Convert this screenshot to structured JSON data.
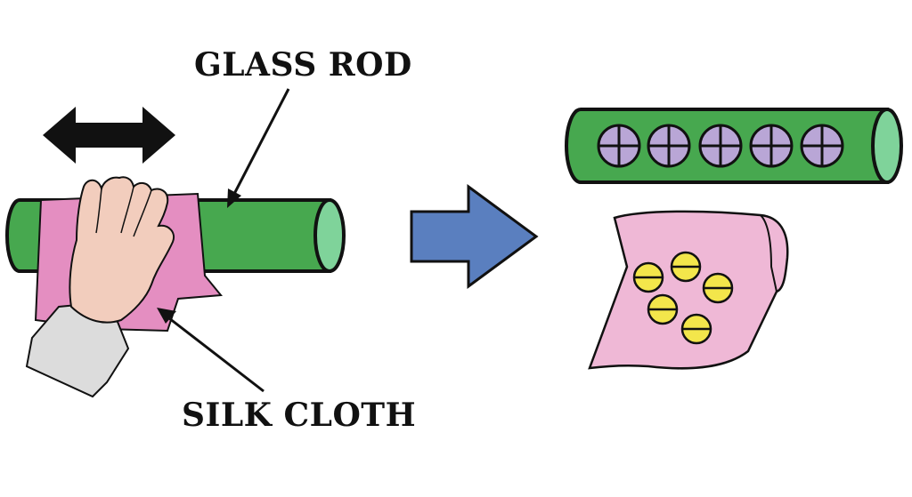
{
  "labels": {
    "glass_rod": "GLASS ROD",
    "silk_cloth": "SILK CLOTH"
  },
  "charges": {
    "rod_sign": "+",
    "rod_count": 5,
    "cloth_sign": "−",
    "cloth_count": 5
  },
  "colors": {
    "rod_green": "#47a84f",
    "rod_end": "#7fd39a",
    "cloth_pink": "#e48ec1",
    "cloth_pink_light": "#efb8d6",
    "skin": "#f2cdbd",
    "sleeve": "#dcdcdc",
    "process_arrow": "#5a7fbf",
    "positive_charge": "#b9a6d6",
    "negative_charge": "#f3e64b",
    "ink": "#111111"
  }
}
